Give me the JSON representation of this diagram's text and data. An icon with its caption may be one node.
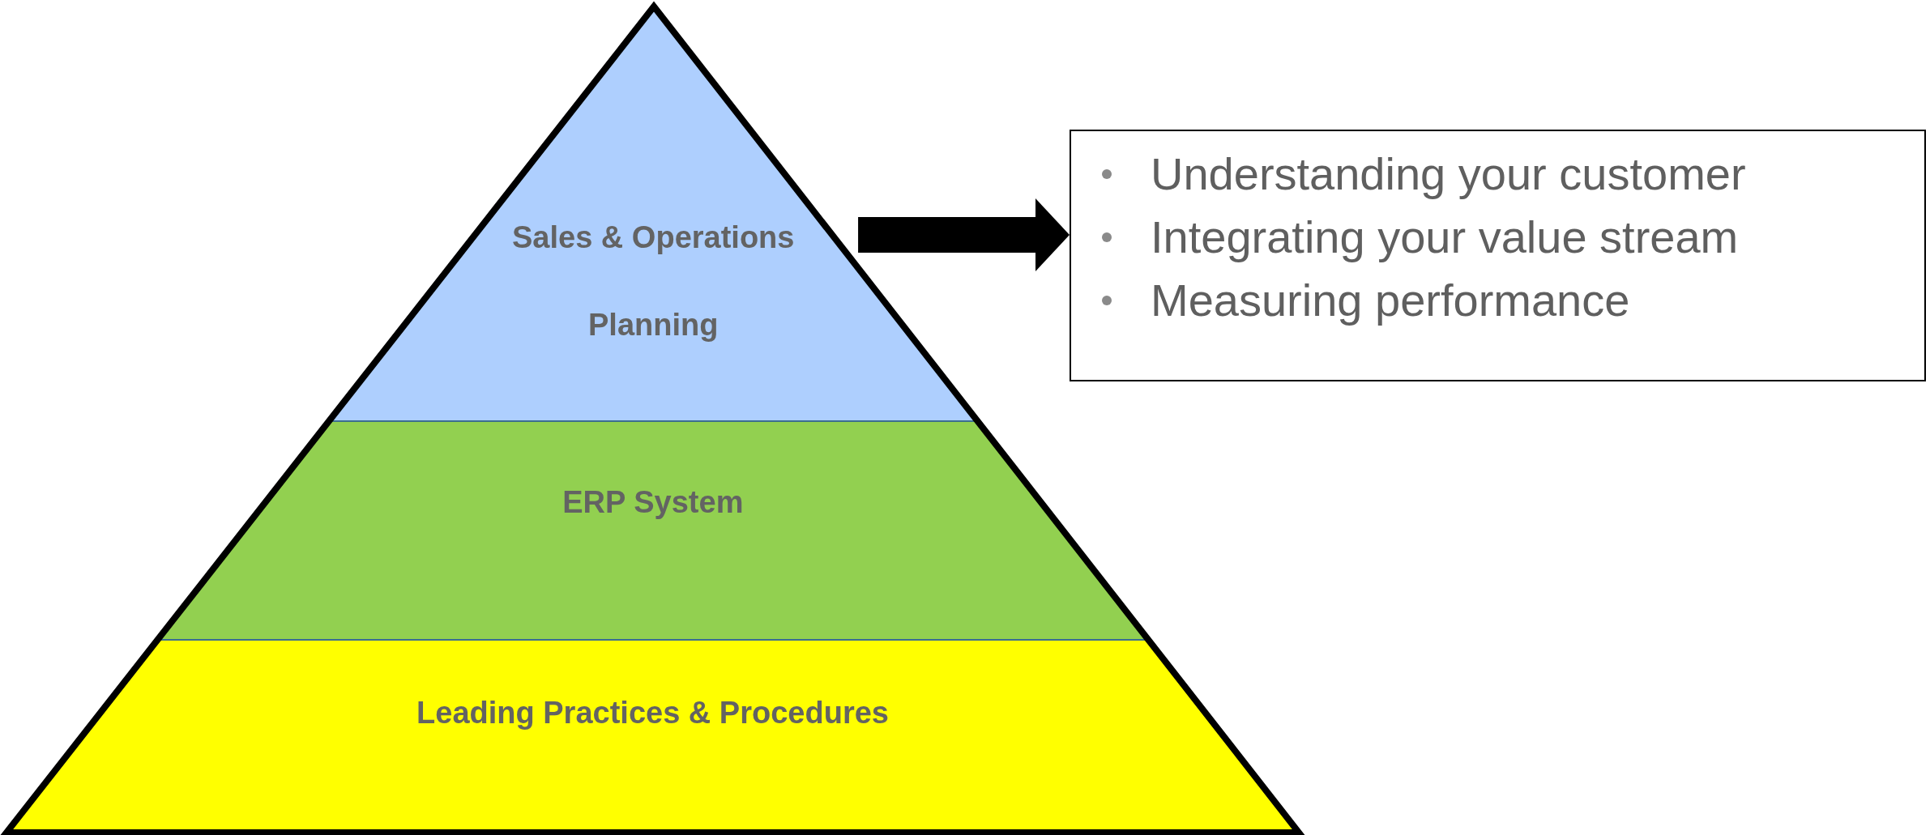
{
  "diagram": {
    "nodes": [
      {
        "text": [
          "Sales & Operations Planning"
        ]
      },
      {
        "text": [
          "ERP System"
        ]
      },
      {
        "text": [
          "Leading Practices & Procedures"
        ]
      },
      {
        "text": [
          "Understanding your customer",
          "Integrating your value stream",
          "Measuring performance"
        ]
      }
    ],
    "edges": [
      {
        "from": 0,
        "to": 3,
        "arrow": "to"
      }
    ]
  }
}
